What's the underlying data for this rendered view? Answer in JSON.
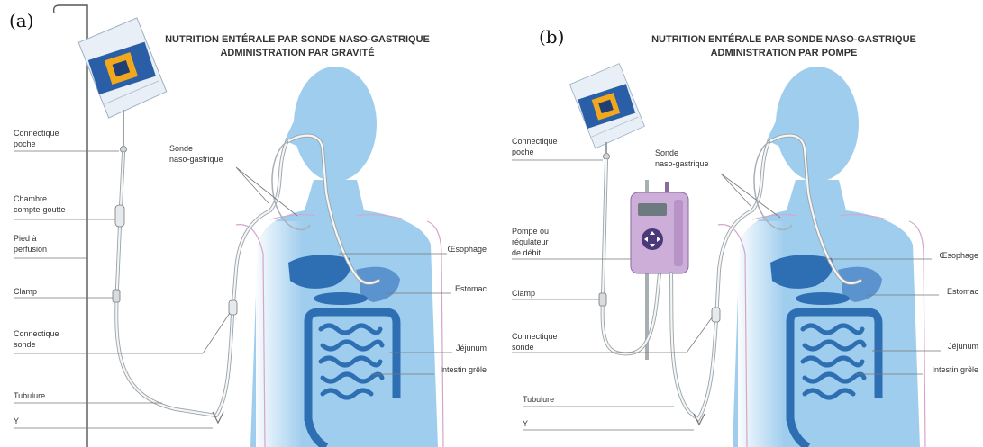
{
  "panel_a": {
    "tag": "(a)",
    "title": [
      "NUTRITION ENTÉRALE PAR SONDE NASO-GASTRIQUE",
      "ADMINISTRATION PAR GRAVITÉ"
    ],
    "labels": {
      "connectique_poche": [
        "Connectique",
        "poche"
      ],
      "chambre": [
        "Chambre",
        "compte-goutte"
      ],
      "pied": [
        "Pied à",
        "perfusion"
      ],
      "clamp": "Clamp",
      "connectique_sonde": [
        "Connectique",
        "sonde"
      ],
      "tubulure": "Tubulure",
      "y": "Y",
      "sonde": [
        "Sonde",
        "naso-gastrique"
      ],
      "oesophage": "Œsophage",
      "estomac": "Estomac",
      "jejunum": "Jéjunum",
      "intestin": "Intestin grêle"
    }
  },
  "panel_b": {
    "tag": "(b)",
    "title": [
      "NUTRITION ENTÉRALE PAR SONDE NASO-GASTRIQUE",
      "ADMINISTRATION PAR POMPE"
    ],
    "labels": {
      "connectique_poche": [
        "Connectique",
        "poche"
      ],
      "sonde": [
        "Sonde",
        "naso-gastrique"
      ],
      "pompe": [
        "Pompe ou",
        "régulateur",
        "de débit"
      ],
      "clamp": "Clamp",
      "connectique_sonde": [
        "Connectique",
        "sonde"
      ],
      "tubulure": "Tubulure",
      "y": "Y",
      "oesophage": "Œsophage",
      "estomac": "Estomac",
      "jejunum": "Jéjunum",
      "intestin": "Intestin grêle"
    }
  },
  "colors": {
    "body": "#9fcdee",
    "organs": "#2e6fb3",
    "organs_light": "#5b93cf",
    "arm_outline": "#d6a5c9",
    "pump": "#cdaed8",
    "bag_band": "#2a5fa8",
    "bag_label": "#f2a81d"
  }
}
